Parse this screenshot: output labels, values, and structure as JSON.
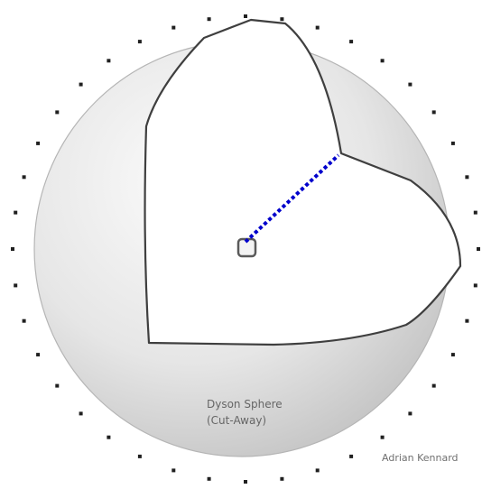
{
  "diagram": {
    "label_line1": "Dyson Sphere",
    "label_line2": "(Cut-Away)",
    "credit": "Adrian Kennard",
    "colors": {
      "background": "#ffffff",
      "shell_edge": "#9a9a9a",
      "shell_dark": "#cfcfcf",
      "shell_light": "#f6f6f6",
      "interior": "#ffffff",
      "cut_outline": "#3a3a3a",
      "radius_line": "#0000cc",
      "star_dots": "#202020",
      "central_star": "#555555"
    }
  }
}
